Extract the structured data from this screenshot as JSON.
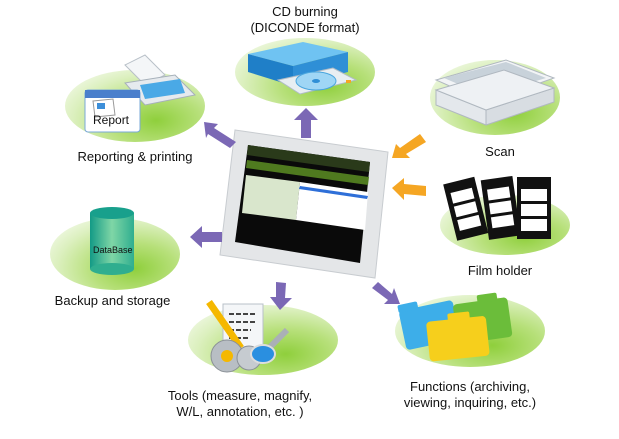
{
  "diagram": {
    "title": "",
    "center": {
      "name": "Workstation software screen",
      "screen_caption": ""
    },
    "nodes": [
      {
        "id": "cd-burning",
        "label_lines": [
          "CD burning",
          "(DICONDE format)"
        ],
        "icon": "cd-drive-icon",
        "direction": "output"
      },
      {
        "id": "reporting",
        "label_lines": [
          "Reporting & printing"
        ],
        "icon": "printer-report-icon",
        "icon_text": "Report",
        "direction": "output"
      },
      {
        "id": "scan",
        "label_lines": [
          "Scan"
        ],
        "icon": "scanner-icon",
        "direction": "input"
      },
      {
        "id": "film-holder",
        "label_lines": [
          "Film holder"
        ],
        "icon": "film-holder-icon",
        "direction": "input"
      },
      {
        "id": "backup",
        "label_lines": [
          "Backup and storage"
        ],
        "icon": "database-icon",
        "icon_text": "DataBase",
        "direction": "output"
      },
      {
        "id": "tools",
        "label_lines": [
          "Tools (measure, magnify,",
          "W/L, annotation, etc. )"
        ],
        "icon": "tools-icon",
        "direction": "output"
      },
      {
        "id": "functions",
        "label_lines": [
          "Functions (archiving,",
          "viewing,  inquiring, etc.)"
        ],
        "icon": "folders-icon",
        "direction": "output"
      }
    ],
    "colors": {
      "output_arrow": "#7b68b5",
      "input_arrow": "#f5a623",
      "disc_green": "#8fcf3c",
      "cd_blue": "#2f8fd6",
      "db_teal": "#1fa58e"
    }
  }
}
